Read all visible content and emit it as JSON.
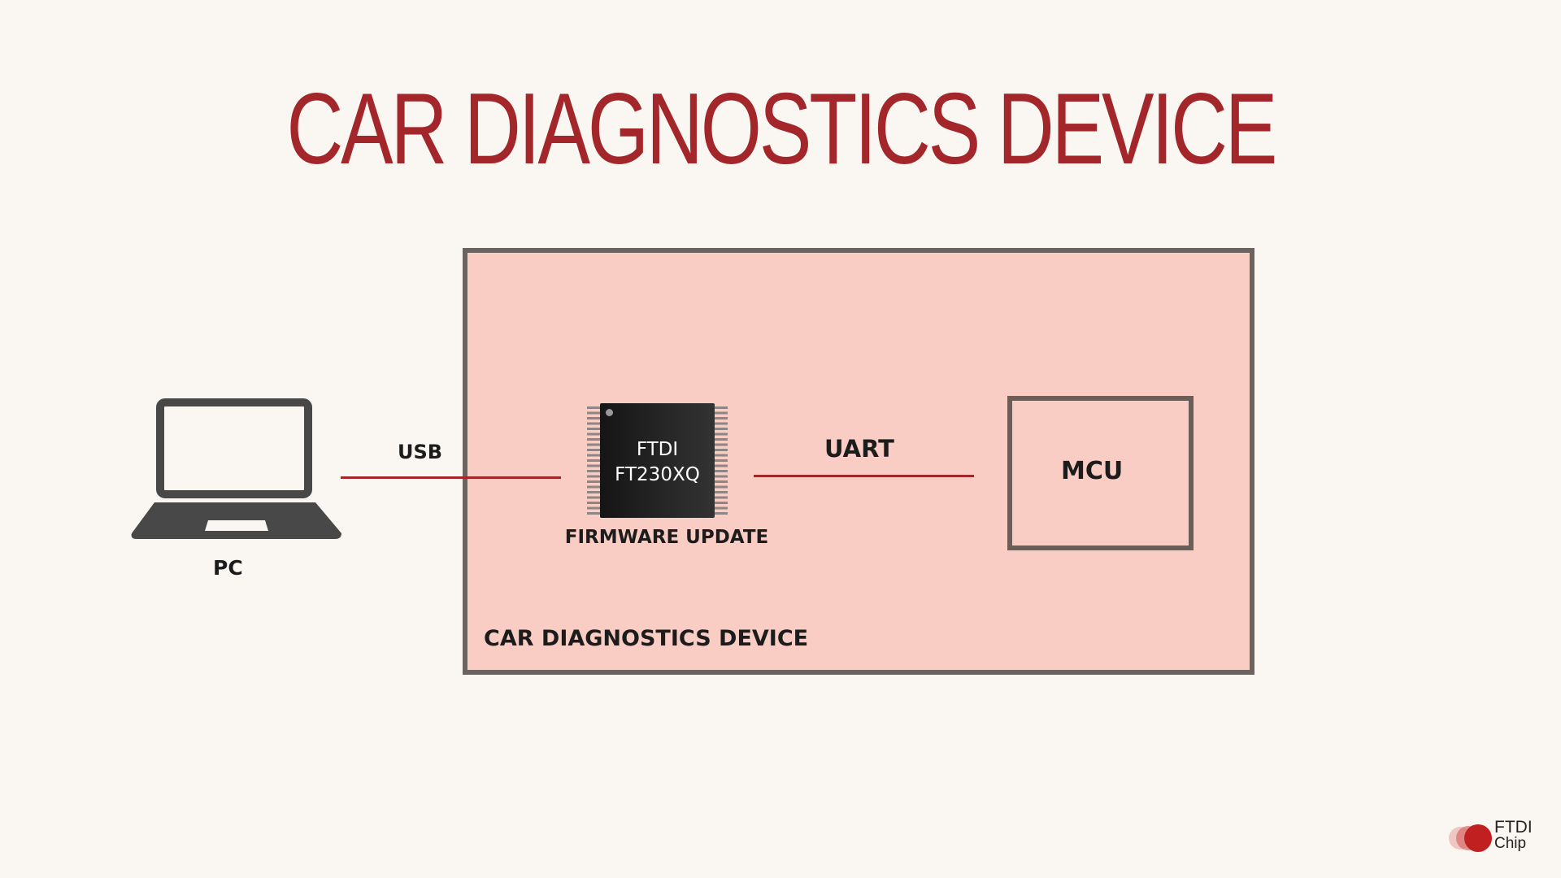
{
  "title": "CAR DIAGNOSTICS DEVICE",
  "pc": {
    "label": "PC",
    "icon": "laptop-icon"
  },
  "usb_label": "USB",
  "chip": {
    "line1": "FTDI",
    "line2": "FT230XQ",
    "caption": "FIRMWARE UPDATE"
  },
  "uart_label": "UART",
  "mcu_label": "MCU",
  "device_label": "CAR DIAGNOSTICS DEVICE",
  "logo": {
    "line1": "FTDI",
    "line2": "Chip"
  },
  "colors": {
    "accent": "#a3262a",
    "device_fill": "#f9cdc4",
    "border": "#6b6360"
  }
}
